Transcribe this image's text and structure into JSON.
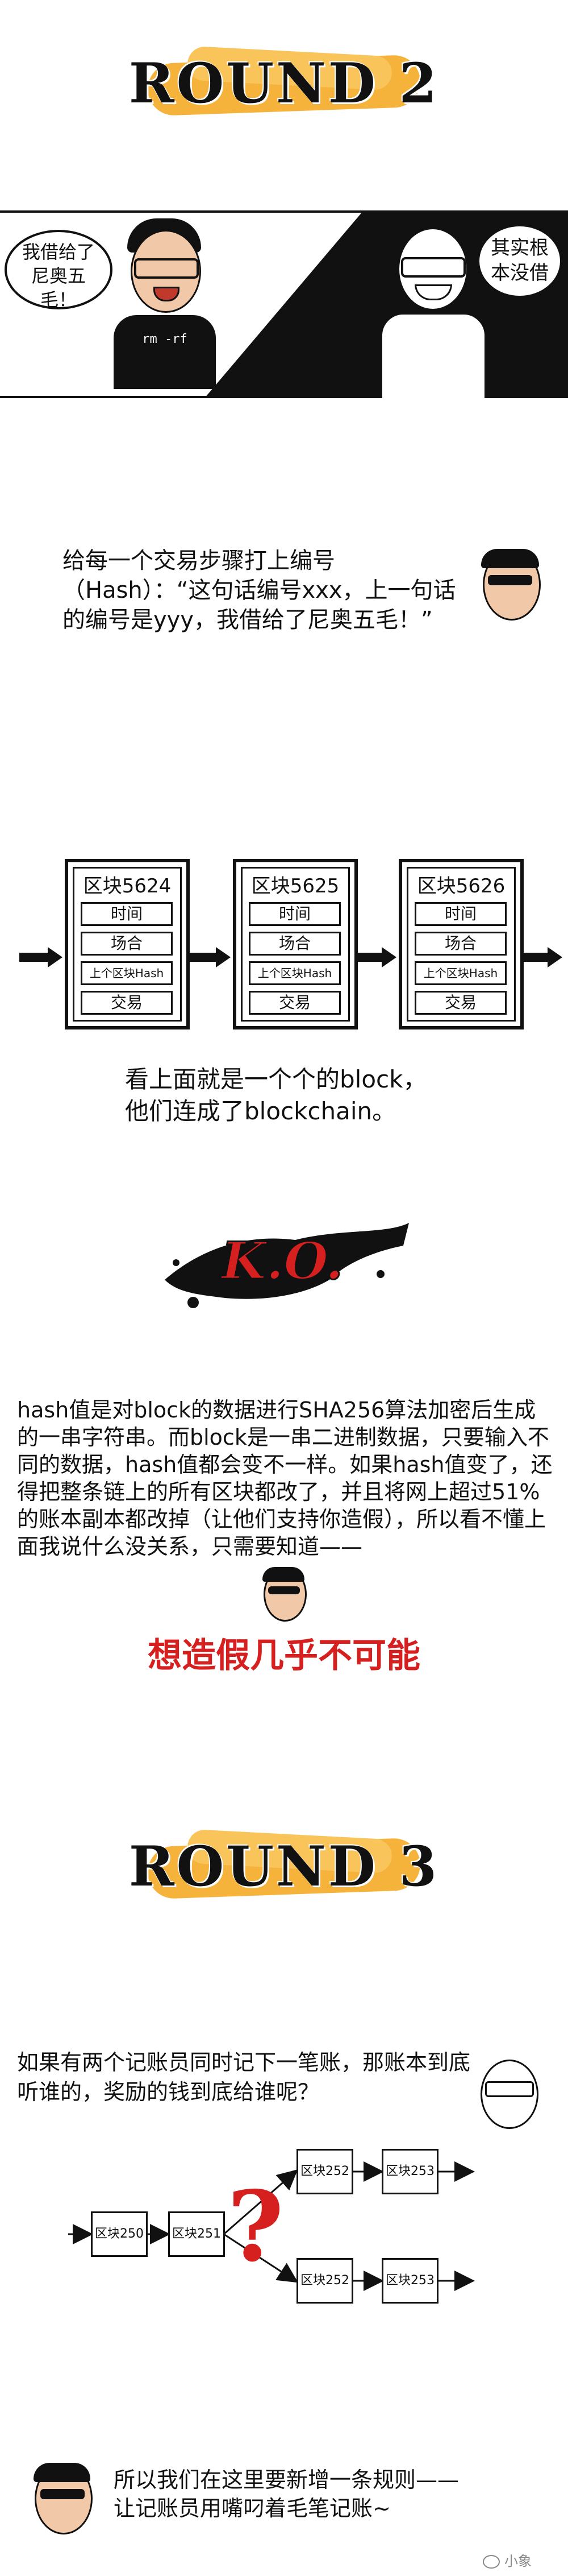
{
  "round2": {
    "label": "ROUND 2"
  },
  "comic1": {
    "left_bubble": "我借给了尼奥五毛！",
    "right_bubble": "其实根本没借",
    "shirt_text": "rm -rf"
  },
  "para1": {
    "text": "给每一个交易步骤打上编号（Hash）：“这句话编号xxx，上一句话的编号是yyy，我借给了尼奥五毛！”"
  },
  "blocks": [
    {
      "title": "区块5624",
      "fields": [
        "时间",
        "场合",
        "上个区块Hash",
        "交易"
      ]
    },
    {
      "title": "区块5625",
      "fields": [
        "时间",
        "场合",
        "上个区块Hash",
        "交易"
      ]
    },
    {
      "title": "区块5626",
      "fields": [
        "时间",
        "场合",
        "上个区块Hash",
        "交易"
      ]
    }
  ],
  "caption1": {
    "line1": "看上面就是一个个的block，",
    "line2": "他们连成了blockchain。"
  },
  "ko": {
    "label": "K.O."
  },
  "para2": {
    "text": "hash值是对block的数据进行SHA256算法加密后生成的一串字符串。而block是一串二进制数据，只要输入不同的数据，hash值都会变不一样。如果hash值变了，还得把整条链上的所有区块都改了，并且将网上超过51%的账本副本都改掉（让他们支持你造假），所以看不懂上面我说什么没关系，只需要知道——"
  },
  "emphasis": {
    "text": "想造假几乎不可能"
  },
  "round3": {
    "label": "ROUND 3"
  },
  "para3": {
    "text": "如果有两个记账员同时记下一笔账，那账本到底听谁的，奖励的钱到底给谁呢？"
  },
  "fork": {
    "b250": "区块250",
    "b251": "区块251",
    "b252a": "区块252",
    "b253a": "区块253",
    "b252b": "区块252",
    "b253b": "区块253",
    "question": "?"
  },
  "para4": {
    "line1": "所以我们在这里要新增一条规则——",
    "line2": "让记账员用嘴叼着毛笔记账~"
  },
  "watermark": {
    "text": "小象"
  },
  "colors": {
    "orange": "#f6b33c",
    "red": "#d62020",
    "black": "#111111"
  }
}
